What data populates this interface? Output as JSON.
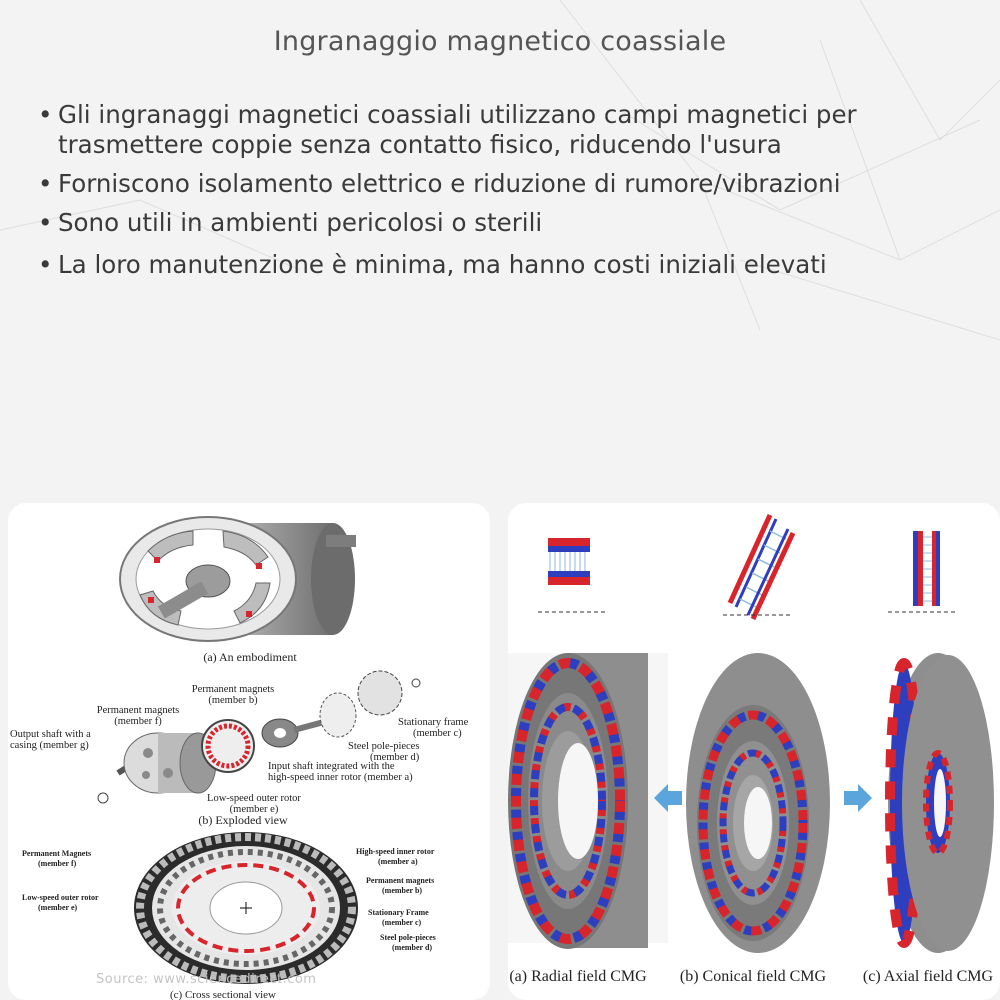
{
  "title": "Ingranaggio magnetico coassiale",
  "bullets": [
    "Gli ingranaggi magnetici coassiali utilizzano campi magnetici per trasmettere coppie senza contatto fisico, riducendo l'usura",
    "Forniscono isolamento elettrico e riduzione di rumore/vibrazioni",
    "Sono utili in ambienti pericolosi o sterili",
    "La loro manutenzione è minima, ma hanno costi iniziali elevati"
  ],
  "left_figure": {
    "caption_a": "(a) An embodiment",
    "caption_b": "(b) Exploded view",
    "caption_c": "(c) Cross sectional view",
    "exploded_labels": {
      "permanent_magnets_b": "Permanent magnets",
      "member_b": "(member b)",
      "permanent_magnets_f": "Permanent magnets",
      "member_f": "(member f)",
      "stationary_frame": "Stationary frame",
      "member_c": "(member c)",
      "output_shaft": "Output shaft with a",
      "casing": "casing (member g)",
      "steel_pole_pieces": "Steel pole-pieces",
      "member_d": "(member d)",
      "input_shaft": "Input shaft integrated with the",
      "high_speed_inner": "high-speed inner rotor (member a)",
      "low_speed_outer": "Low-speed outer rotor",
      "member_e": "(member e)"
    },
    "section_labels": {
      "permanent_magnets_cap": "Permanent Magnets",
      "member_f": "(member f)",
      "low_speed_outer": "Low-speed outer rotor",
      "member_e": "(member e)",
      "high_speed_inner": "High-speed inner rotor",
      "member_a": "(member a)",
      "permanent_magnets": "Permanent magnets",
      "member_b": "(member b)",
      "stationary_frame": "Stationary Frame",
      "member_c": "(member c)",
      "steel_pole_pieces": "Steel pole-pieces",
      "member_d": "(member d)"
    },
    "source": "Source: www.sciencedirect.com"
  },
  "right_figure": {
    "caption_a": "(a) Radial field CMG",
    "caption_b": "(b) Conical field CMG",
    "caption_c": "(c) Axial field CMG"
  },
  "colors": {
    "magnet_red": "#d8242b",
    "magnet_blue": "#2d3fbf",
    "arrow_blue": "#5aa6dc",
    "steel_gray": "#8a8a8a"
  }
}
